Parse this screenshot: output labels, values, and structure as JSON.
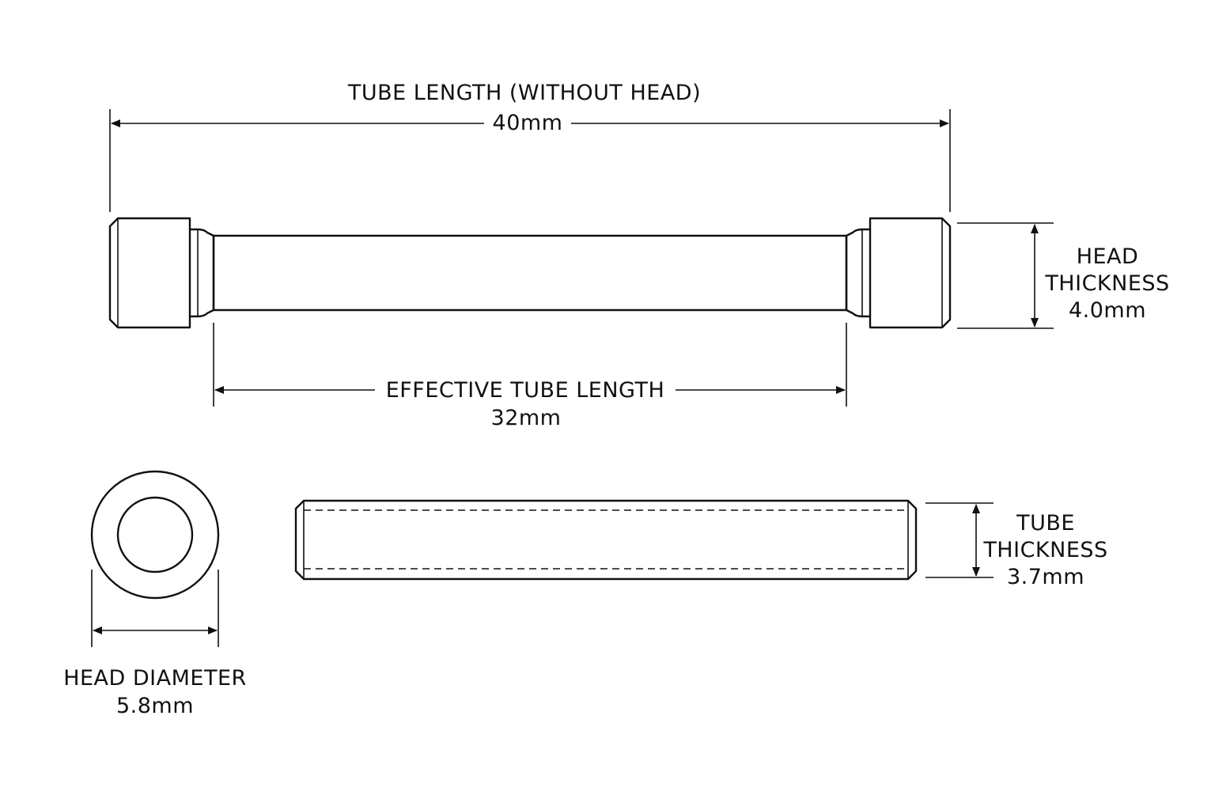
{
  "dimensions": {
    "tube_length": {
      "label": "TUBE LENGTH (WITHOUT HEAD)",
      "value": "40mm"
    },
    "effective_tube_length": {
      "label": "EFFECTIVE TUBE LENGTH",
      "value": "32mm"
    },
    "head_thickness": {
      "label_line1": "HEAD",
      "label_line2": "THICKNESS",
      "value": "4.0mm"
    },
    "tube_thickness": {
      "label_line1": "TUBE",
      "label_line2": "THICKNESS",
      "value": "3.7mm"
    },
    "head_diameter": {
      "label": "HEAD DIAMETER",
      "value": "5.8mm"
    }
  }
}
